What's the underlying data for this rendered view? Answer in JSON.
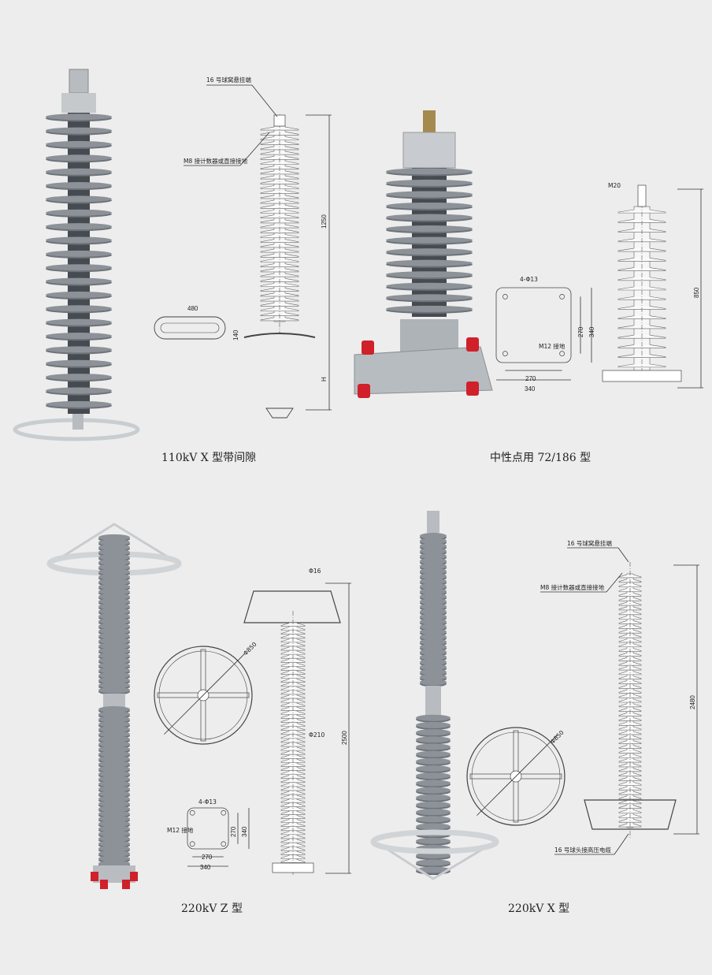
{
  "panels": [
    {
      "caption": "110kV  X 型带间隙",
      "labels": {
        "top_fitting": "16 号球窝悬挂端",
        "ground": "M8 接计数器或直接接地"
      },
      "dims": {
        "height": "1250",
        "width": "480",
        "depth": "140",
        "gap": "H"
      }
    },
    {
      "caption": "中性点用 72/186 型",
      "labels": {
        "thread": "M20",
        "holes": "4-Φ13",
        "ground": "M12 接地"
      },
      "dims": {
        "height": "850",
        "inner_w": "270",
        "outer_w": "340",
        "inner_h": "270",
        "outer_h": "340"
      }
    },
    {
      "caption": "220kV  Z 型",
      "labels": {
        "top": "Φ16",
        "ring": "Φ850",
        "mid": "Φ210",
        "holes": "4-Φ13",
        "ground": "M12 接地"
      },
      "dims": {
        "height": "2500",
        "inner_w": "270",
        "outer_w": "340",
        "inner_h": "270",
        "outer_h": "340"
      }
    },
    {
      "caption": "220kV  X 型",
      "labels": {
        "top_fitting": "16 号球窝悬挂端",
        "ground": "M8 接计数器或直接接地",
        "ring": "Φ850",
        "bottom": "16 号球头接高压电缆"
      },
      "dims": {
        "height": "2480"
      }
    }
  ],
  "colors": {
    "background": "#ededed",
    "shed": "#8c9298",
    "core": "#464b51",
    "metal": "#b8bcc0",
    "foot": "#d0202a"
  }
}
